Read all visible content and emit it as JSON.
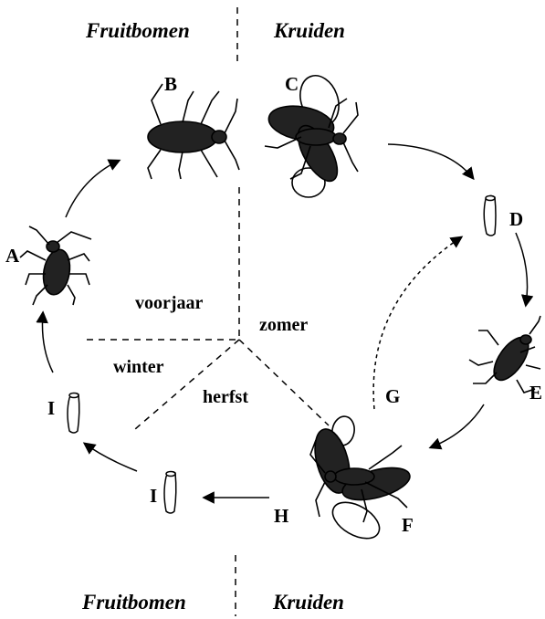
{
  "headers": {
    "top_left": "Fruitbomen",
    "top_right": "Kruiden",
    "bottom_left": "Fruitbomen",
    "bottom_right": "Kruiden"
  },
  "seasons": {
    "spring": "voorjaar",
    "summer": "zomer",
    "winter": "winter",
    "autumn": "herfst"
  },
  "stages": {
    "A": "A",
    "B": "B",
    "C": "C",
    "D": "D",
    "E": "E",
    "F": "F",
    "G": "G",
    "H": "H",
    "I_left": "I",
    "I_bottom": "I"
  },
  "colors": {
    "ink": "#000000",
    "insect_body": "#222222",
    "wing_light": "#ffffff"
  }
}
